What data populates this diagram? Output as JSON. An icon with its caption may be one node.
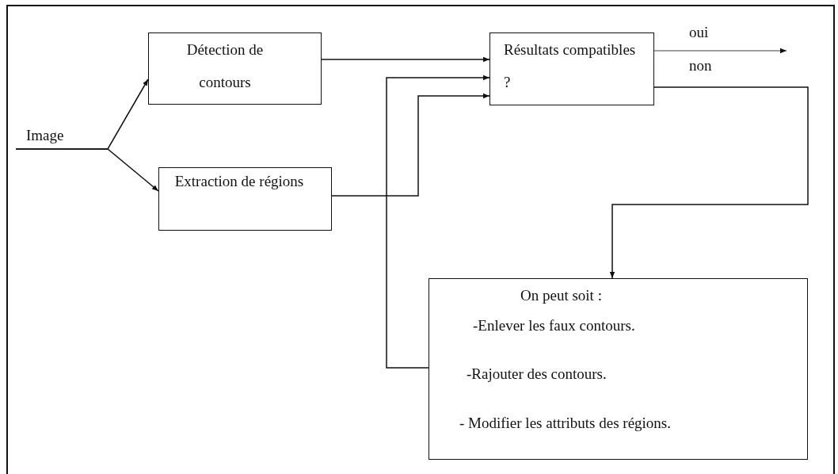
{
  "diagram": {
    "nodes": [
      {
        "text": [
          "Image"
        ]
      },
      {
        "text": [
          "Détection de contours"
        ]
      },
      {
        "text": [
          "Extraction  de régions"
        ]
      },
      {
        "text": [
          "Résultats compatibles ?"
        ]
      },
      {
        "text": [
          "On peut soit :",
          "-Enlever les faux contours.",
          "-Rajouter des contours.",
          "- Modifier les attributs des régions."
        ]
      }
    ],
    "edges": [
      {
        "from": 0,
        "to": 1,
        "arrow": "to"
      },
      {
        "from": 0,
        "to": 2,
        "arrow": "to"
      },
      {
        "from": 1,
        "to": 3,
        "arrow": "to"
      },
      {
        "from": 4,
        "to": 3,
        "arrow": "to"
      },
      {
        "from": 2,
        "to": 3,
        "arrow": "to"
      },
      {
        "from": 3,
        "to": null,
        "arrow": "to",
        "label": "oui",
        "color": "#7f7f7f"
      },
      {
        "from": 3,
        "to": 4,
        "arrow": "to",
        "label": "non"
      }
    ]
  }
}
